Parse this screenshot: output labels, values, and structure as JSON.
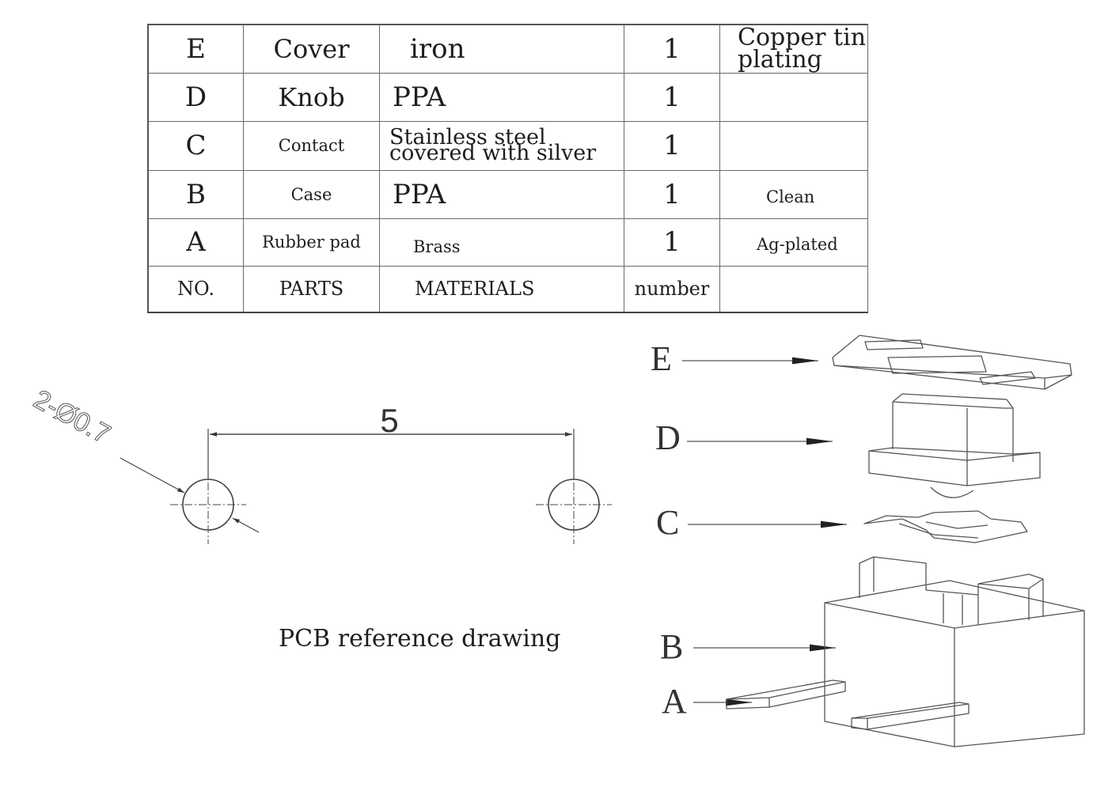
{
  "bom_table": {
    "rows": [
      {
        "no": "E",
        "part": "Cover",
        "material": "iron",
        "number": "1",
        "remark": "Copper tin plating"
      },
      {
        "no": "D",
        "part": "Knob",
        "material": "PPA",
        "number": "1",
        "remark": ""
      },
      {
        "no": "C",
        "part": "Contact",
        "material": "Stainless steel covered with silver",
        "number": "1",
        "remark": ""
      },
      {
        "no": "B",
        "part": "Case",
        "material": "PPA",
        "number": "1",
        "remark": "Clean"
      },
      {
        "no": "A",
        "part": "Rubber pad",
        "material": "Brass",
        "number": "1",
        "remark": "Ag-plated"
      }
    ],
    "header": {
      "no": "NO.",
      "part": "PARTS",
      "material": "MATERIALS",
      "number": "number",
      "remark": ""
    }
  },
  "pcb_drawing": {
    "hole_label": "2-Ø0.7",
    "spacing_dimension": "5",
    "caption": "PCB reference drawing"
  },
  "exploded_view": {
    "labels": [
      "E",
      "D",
      "C",
      "B",
      "A"
    ]
  }
}
